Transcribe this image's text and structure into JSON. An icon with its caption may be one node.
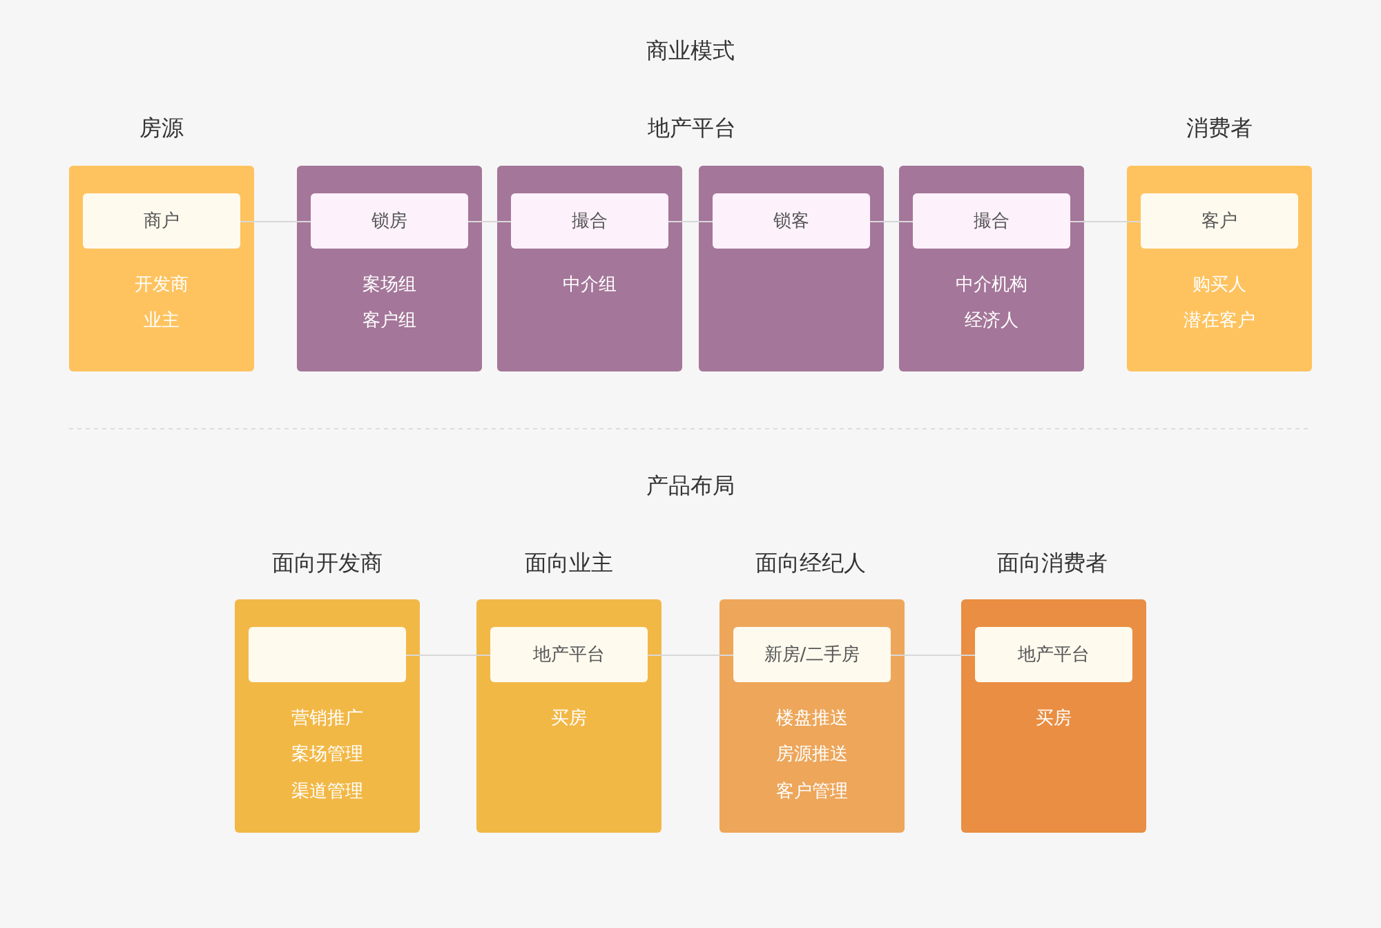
{
  "diagram": {
    "nodes": [
      {
        "text": [
          "开发商",
          "业主"
        ]
      },
      {
        "text": [
          "商户"
        ],
        "in": 0
      },
      {
        "text": [
          "案场组",
          "客户组"
        ]
      },
      {
        "text": [
          "锁房"
        ],
        "in": 2
      },
      {
        "text": [
          "中介组"
        ]
      },
      {
        "text": [
          "撮合"
        ],
        "in": 4
      },
      {
        "text": [],
        "shape": "box"
      },
      {
        "text": [
          "锁客"
        ],
        "in": 6
      },
      {
        "text": [
          "中介机构",
          "经济人"
        ]
      },
      {
        "text": [
          "撮合"
        ],
        "in": 8
      },
      {
        "text": [
          "购买人",
          "潜在客户"
        ]
      },
      {
        "text": [
          "客户"
        ],
        "in": 10
      },
      {
        "text": [
          "营销推广",
          "案场管理",
          "渠道管理"
        ]
      },
      {
        "text": [],
        "shape": "box",
        "in": 12
      },
      {
        "text": [
          "买房"
        ]
      },
      {
        "text": [
          "地产平台"
        ],
        "in": 14
      },
      {
        "text": [
          "楼盘推送",
          "房源推送",
          "客户管理"
        ]
      },
      {
        "text": [
          "新房/二手房"
        ],
        "in": 16
      },
      {
        "text": [
          "买房"
        ]
      },
      {
        "text": [
          "地产平台"
        ],
        "in": 18
      }
    ],
    "edges": [
      {
        "from": 1,
        "to": 3,
        "arrow": "none"
      },
      {
        "from": 3,
        "to": 5,
        "arrow": "none"
      },
      {
        "from": 5,
        "to": 7,
        "arrow": "none"
      },
      {
        "from": 7,
        "to": 9,
        "arrow": "none"
      },
      {
        "from": 9,
        "to": 11,
        "arrow": "none"
      },
      {
        "from": 13,
        "to": 15,
        "arrow": "none"
      },
      {
        "from": 15,
        "to": 17,
        "arrow": "none"
      },
      {
        "from": 17,
        "to": 19,
        "arrow": "none"
      }
    ],
    "labels": [
      "商业模式",
      "房源",
      "地产平台",
      "消费者",
      "产品布局",
      "面向开发商",
      "面向业主",
      "面向经纪人",
      "面向消费者"
    ]
  }
}
